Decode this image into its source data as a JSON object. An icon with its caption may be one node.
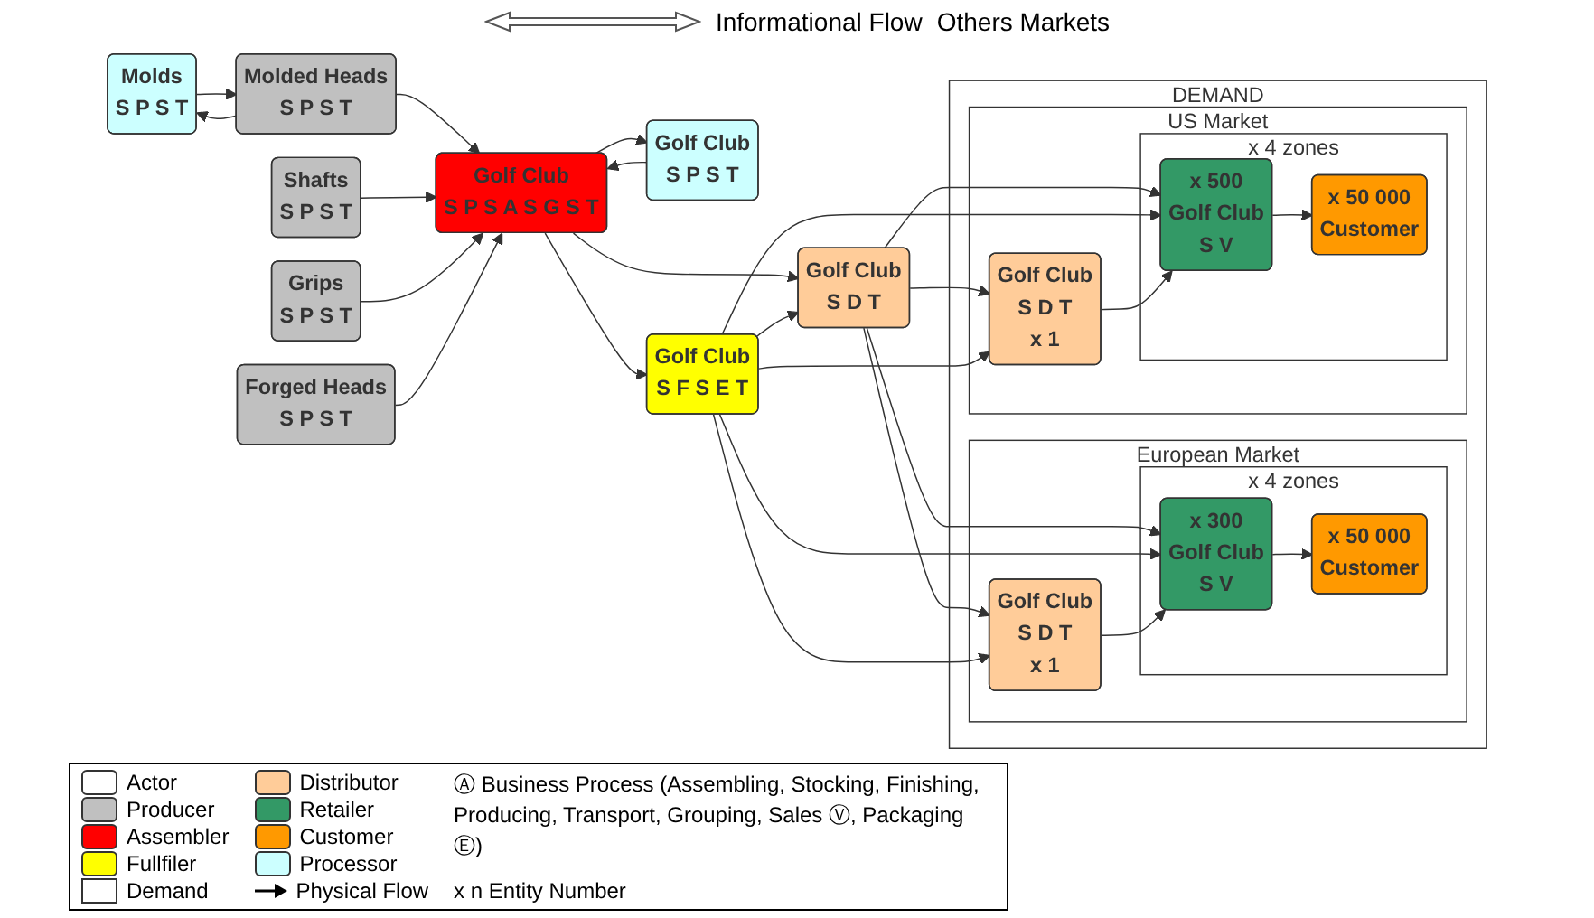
{
  "diagram": {
    "nodes": [
      {
        "text": [
          "Molds",
          "S P S T"
        ]
      },
      {
        "text": [
          "Molded Heads",
          "S P S T"
        ]
      },
      {
        "text": [
          "Shafts",
          "S P S T"
        ]
      },
      {
        "text": [
          "Grips",
          "S P S T"
        ]
      },
      {
        "text": [
          "Forged Heads",
          "S P S T"
        ]
      },
      {
        "text": [
          "Golf Club",
          "S P S T"
        ]
      },
      {
        "text": [
          "Golf Club",
          "S P S A S G S T"
        ]
      },
      {
        "text": [
          "Golf Club",
          "S F S E T"
        ]
      },
      {
        "text": [
          "Golf Club",
          "S D T"
        ]
      },
      {
        "text": [
          "DEMAND"
        ]
      },
      {
        "text": [
          "European Market"
        ],
        "in": 9
      },
      {
        "text": [
          "x 4 zones"
        ],
        "in": 10
      },
      {
        "text": [
          "x 300",
          "Golf Club",
          "S V"
        ],
        "in": 11
      },
      {
        "text": [
          "x 50 000",
          "Customer"
        ],
        "in": 11
      },
      {
        "text": [
          "Golf Club",
          "S D T",
          "x 1"
        ],
        "in": 10
      },
      {
        "text": [
          "US Market"
        ],
        "in": 9
      },
      {
        "text": [
          "x 4 zones"
        ],
        "in": 15
      },
      {
        "text": [
          "x 500",
          "Golf Club",
          "S V"
        ],
        "in": 16
      },
      {
        "text": [
          "x 50 000",
          "Customer"
        ],
        "in": 16
      },
      {
        "text": [
          "Golf Club",
          "S D T",
          "x 1"
        ],
        "in": 15
      }
    ],
    "edges": [
      {
        "from": 0,
        "to": 1,
        "arrow": "to"
      },
      {
        "from": 1,
        "to": 0,
        "arrow": "to"
      },
      {
        "from": 1,
        "to": 6,
        "arrow": "to"
      },
      {
        "from": 2,
        "to": 6,
        "arrow": "to"
      },
      {
        "from": 3,
        "to": 6,
        "arrow": "to"
      },
      {
        "from": 4,
        "to": 6,
        "arrow": "to"
      },
      {
        "from": 6,
        "to": 5,
        "arrow": "to"
      },
      {
        "from": 5,
        "to": 6,
        "arrow": "to"
      },
      {
        "from": 6,
        "to": 7,
        "arrow": "to"
      },
      {
        "from": 6,
        "to": 8,
        "arrow": "to"
      },
      {
        "from": 7,
        "to": 8,
        "arrow": "to"
      },
      {
        "from": 8,
        "to": 12,
        "arrow": "to"
      },
      {
        "from": 8,
        "to": 14,
        "arrow": "to"
      },
      {
        "from": 8,
        "to": 17,
        "arrow": "to"
      },
      {
        "from": 8,
        "to": 19,
        "arrow": "to"
      },
      {
        "from": 7,
        "to": 12,
        "arrow": "to"
      },
      {
        "from": 7,
        "to": 14,
        "arrow": "to"
      },
      {
        "from": 7,
        "to": 17,
        "arrow": "to"
      },
      {
        "from": 7,
        "to": 19,
        "arrow": "to"
      },
      {
        "from": 12,
        "to": 13,
        "arrow": "to"
      },
      {
        "from": 14,
        "to": 12,
        "arrow": "to"
      },
      {
        "from": 17,
        "to": 18,
        "arrow": "to"
      },
      {
        "from": 19,
        "to": 17,
        "arrow": "to"
      }
    ],
    "labels": [
      "Informational Flow",
      "Others Markets"
    ],
    "legend": [
      {
        "text": "Actor",
        "color": "#ffffff"
      },
      {
        "text": "Producer",
        "color": "#c0c0c0"
      },
      {
        "text": "Assembler",
        "color": "#ff0000"
      },
      {
        "text": "Fullfiler",
        "color": "#ffff00"
      },
      {
        "text": "Demand"
      },
      {
        "text": "Distributor",
        "color": "#ffcc99"
      },
      {
        "text": "Retailer",
        "color": "#339966"
      },
      {
        "text": "Customer",
        "color": "#ff9900"
      },
      {
        "text": "Processor",
        "color": "#ccffff"
      },
      {
        "text": "Physical Flow"
      },
      {
        "text": "Ⓐ Business Process (Assembling, Stocking, Finishing, Producing, Transport, Grouping, Sales Ⓥ, Packaging Ⓔ)"
      },
      {
        "text": "x n Entity Number"
      }
    ]
  }
}
